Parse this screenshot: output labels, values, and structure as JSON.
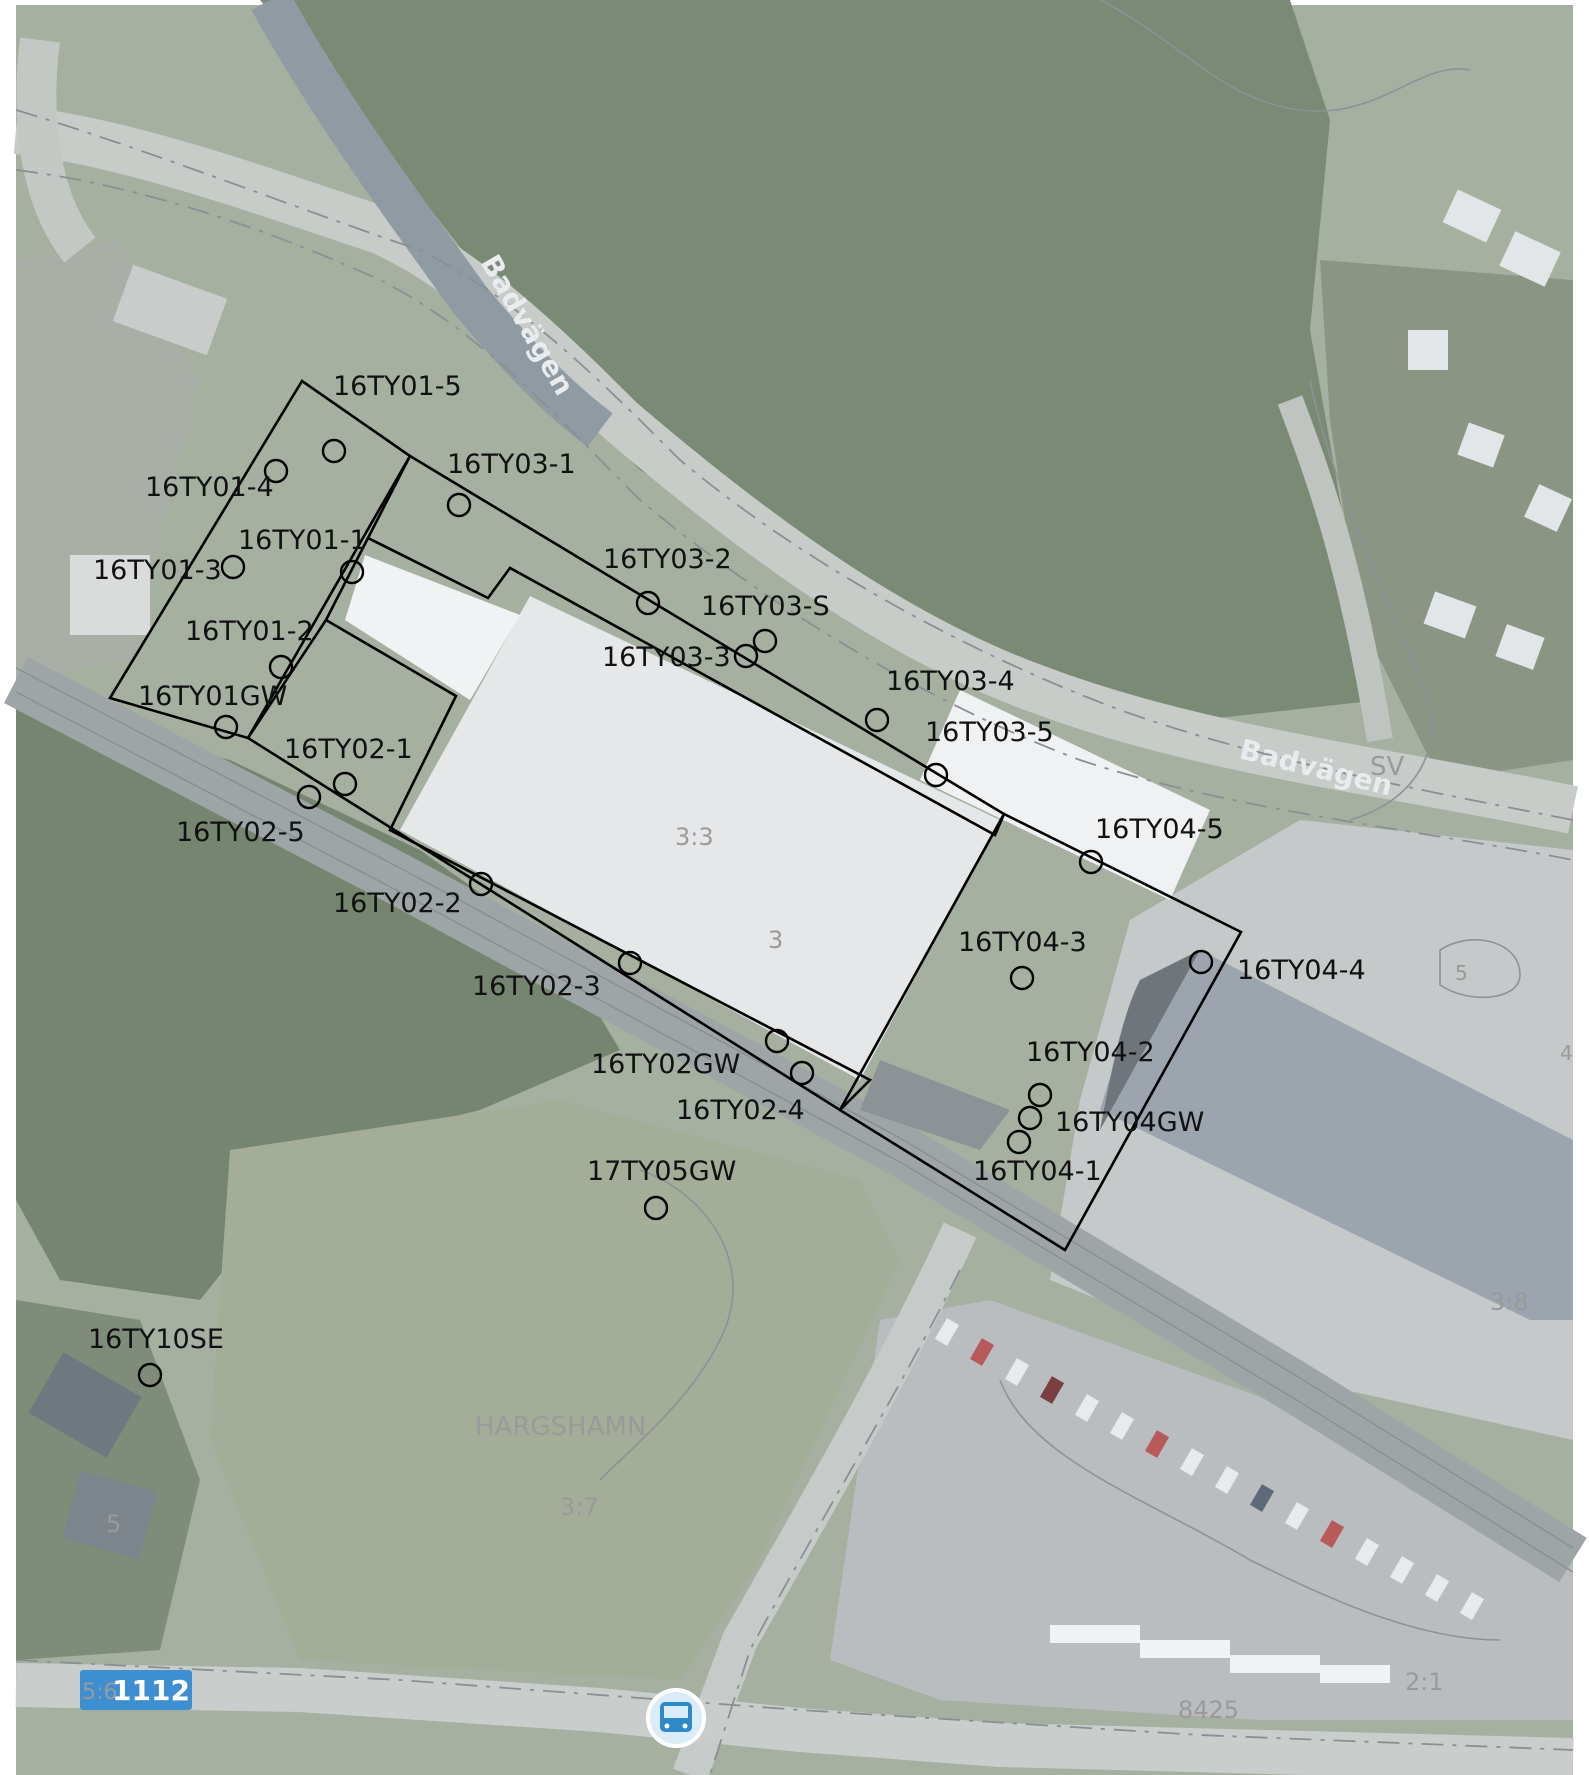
{
  "map": {
    "road_labels": {
      "badvagen_upper": "Badvägen",
      "badvagen_lower": "Badvägen",
      "sv": "SV"
    },
    "place_labels": {
      "hargshamn": "HARGSHAMN"
    },
    "parcel_labels": {
      "p33": "3:3",
      "p3": "3",
      "p5": "5",
      "p4": "4",
      "p38": "3:8",
      "p37": "3:7",
      "p5b": "5",
      "p21": "2:1",
      "p84": "8425",
      "p56": "5:6"
    },
    "road_sign": {
      "number": "1112"
    },
    "icons": {
      "bus_stop": "bus-icon"
    },
    "colors": {
      "background": "#aab3a6",
      "forest": "#7f8c78",
      "building": "#e6e8ea",
      "outline": "#000000",
      "road_sign": "#3e8fd1"
    }
  },
  "boreholes": [
    {
      "id": "16TY01-5"
    },
    {
      "id": "16TY01-4"
    },
    {
      "id": "16TY01-1"
    },
    {
      "id": "16TY01-3"
    },
    {
      "id": "16TY01-2"
    },
    {
      "id": "16TY01GW"
    },
    {
      "id": "16TY02-1"
    },
    {
      "id": "16TY02-5"
    },
    {
      "id": "16TY02-2"
    },
    {
      "id": "16TY02-3"
    },
    {
      "id": "16TY02GW"
    },
    {
      "id": "16TY02-4"
    },
    {
      "id": "16TY03-1"
    },
    {
      "id": "16TY03-2"
    },
    {
      "id": "16TY03-S"
    },
    {
      "id": "16TY03-3"
    },
    {
      "id": "16TY03-4"
    },
    {
      "id": "16TY03-5"
    },
    {
      "id": "16TY04-5"
    },
    {
      "id": "16TY04-3"
    },
    {
      "id": "16TY04-4"
    },
    {
      "id": "16TY04-2"
    },
    {
      "id": "16TY04GW"
    },
    {
      "id": "16TY04-1"
    },
    {
      "id": "17TY05GW"
    },
    {
      "id": "16TY10SE"
    }
  ]
}
